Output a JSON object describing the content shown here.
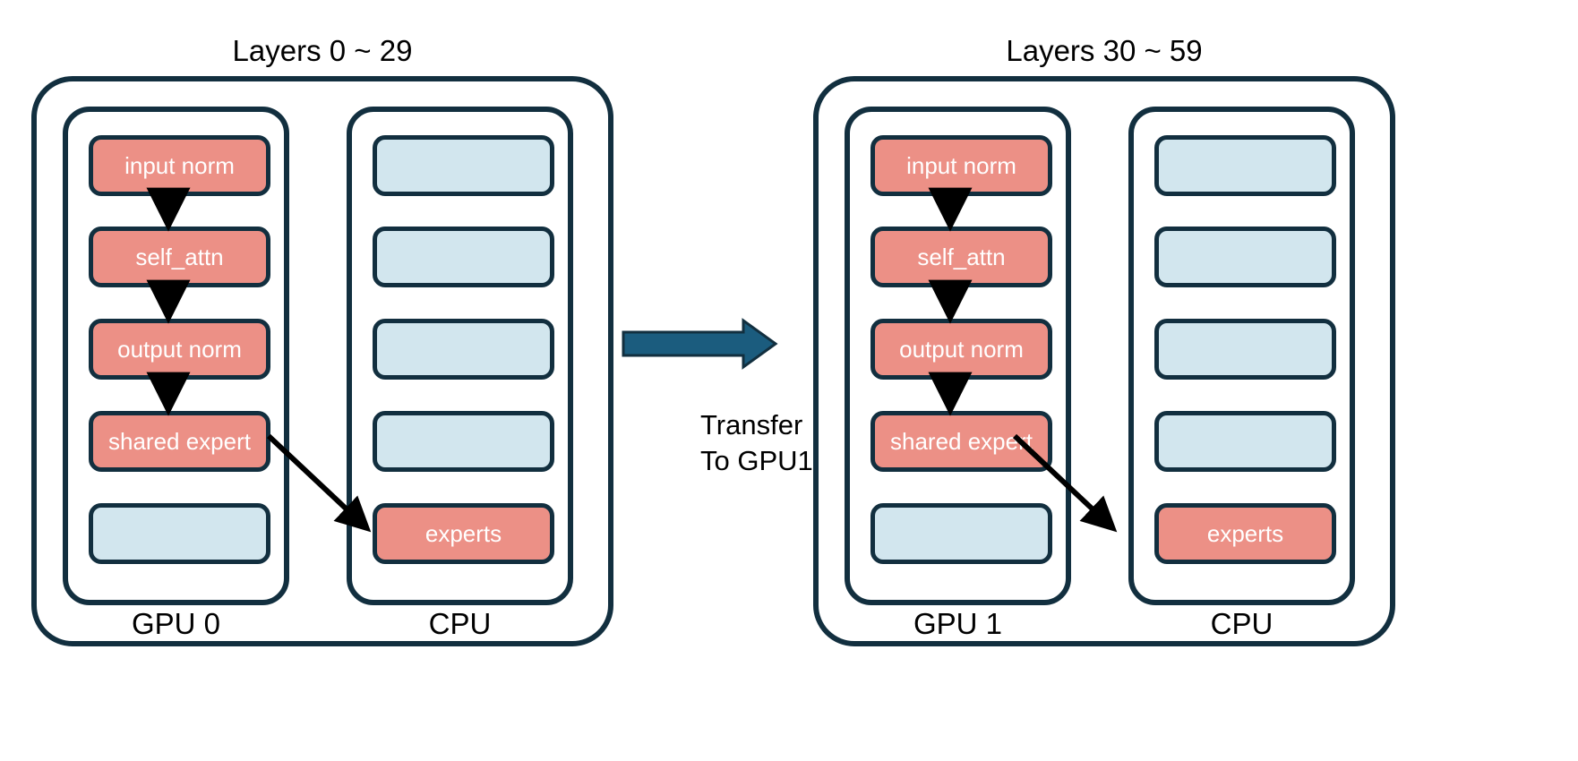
{
  "diagram": {
    "title_left": "Layers 0 ~ 29",
    "title_right": "Layers 30 ~ 59",
    "transfer_label_line1": "Transfer",
    "transfer_label_line2": "To GPU1",
    "colors": {
      "active_block": "#EC9086",
      "idle_block": "#D2E6EE",
      "outline": "#122F3F",
      "transfer_arrow": "#1B5C7E",
      "flow_arrow": "#000000",
      "background": "#FFFFFF",
      "block_text": "#FFFFFF",
      "label_text": "#000000"
    }
  },
  "panels": [
    {
      "title": "Layers 0 ~ 29",
      "gpu": {
        "label": "GPU 0",
        "blocks": [
          {
            "label": "input norm",
            "state": "active"
          },
          {
            "label": "self_attn",
            "state": "active"
          },
          {
            "label": "output norm",
            "state": "active"
          },
          {
            "label": "shared expert",
            "state": "active"
          },
          {
            "label": "",
            "state": "idle"
          }
        ]
      },
      "cpu": {
        "label": "CPU",
        "blocks": [
          {
            "label": "",
            "state": "idle"
          },
          {
            "label": "",
            "state": "idle"
          },
          {
            "label": "",
            "state": "idle"
          },
          {
            "label": "",
            "state": "idle"
          },
          {
            "label": "experts",
            "state": "active"
          }
        ]
      }
    },
    {
      "title": "Layers 30 ~ 59",
      "gpu": {
        "label": "GPU 1",
        "blocks": [
          {
            "label": "input norm",
            "state": "active"
          },
          {
            "label": "self_attn",
            "state": "active"
          },
          {
            "label": "output norm",
            "state": "active"
          },
          {
            "label": "shared expert",
            "state": "active"
          },
          {
            "label": "",
            "state": "idle"
          }
        ]
      },
      "cpu": {
        "label": "CPU",
        "blocks": [
          {
            "label": "",
            "state": "idle"
          },
          {
            "label": "",
            "state": "idle"
          },
          {
            "label": "",
            "state": "idle"
          },
          {
            "label": "",
            "state": "idle"
          },
          {
            "label": "experts",
            "state": "active"
          }
        ]
      }
    }
  ]
}
